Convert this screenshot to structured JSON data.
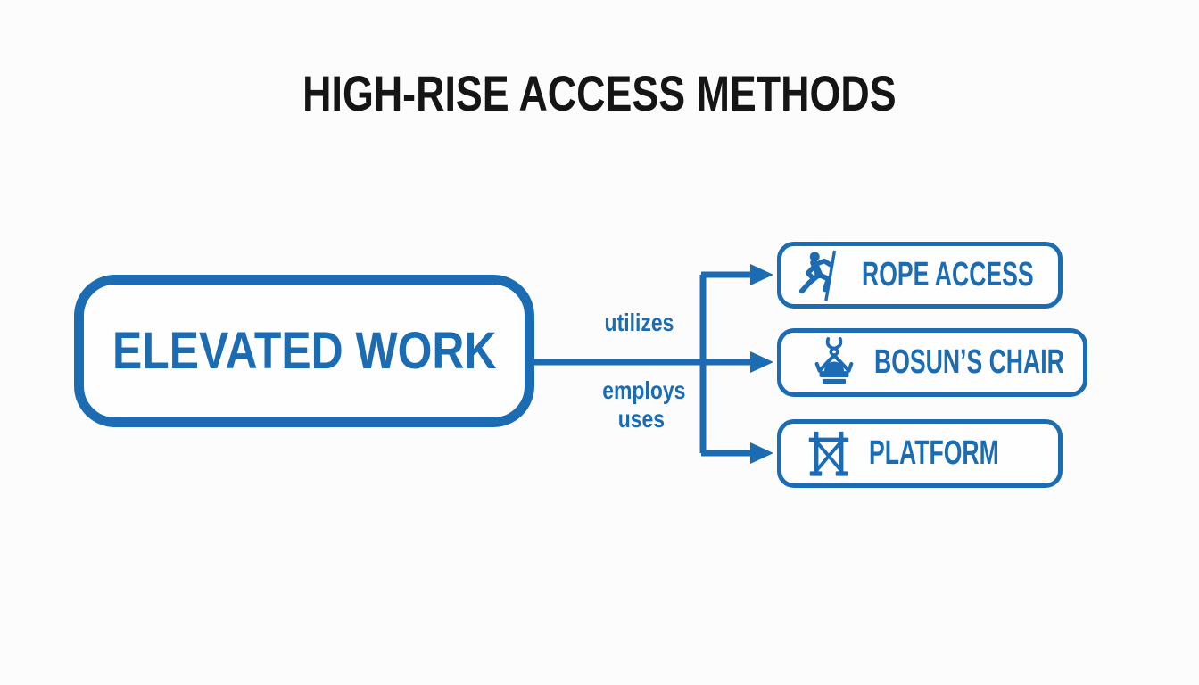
{
  "title": "HIGH-RISE ACCESS METHODS",
  "colors": {
    "accent_blue": "#1b6cb3",
    "title_text": "#151515",
    "background": "#fcfcfc",
    "node_fill": "#fefefe"
  },
  "diagram": {
    "root": {
      "label": "ELEVATED WORK"
    },
    "edge_labels": [
      {
        "text": "utilizes"
      },
      {
        "text": "employs"
      },
      {
        "text": "uses"
      }
    ],
    "targets": [
      {
        "label": "ROPE ACCESS",
        "icon": "rope-climber-icon"
      },
      {
        "label": "BOSUN’S CHAIR",
        "icon": "bosuns-chair-icon"
      },
      {
        "label": "PLATFORM",
        "icon": "scaffold-platform-icon"
      }
    ]
  }
}
